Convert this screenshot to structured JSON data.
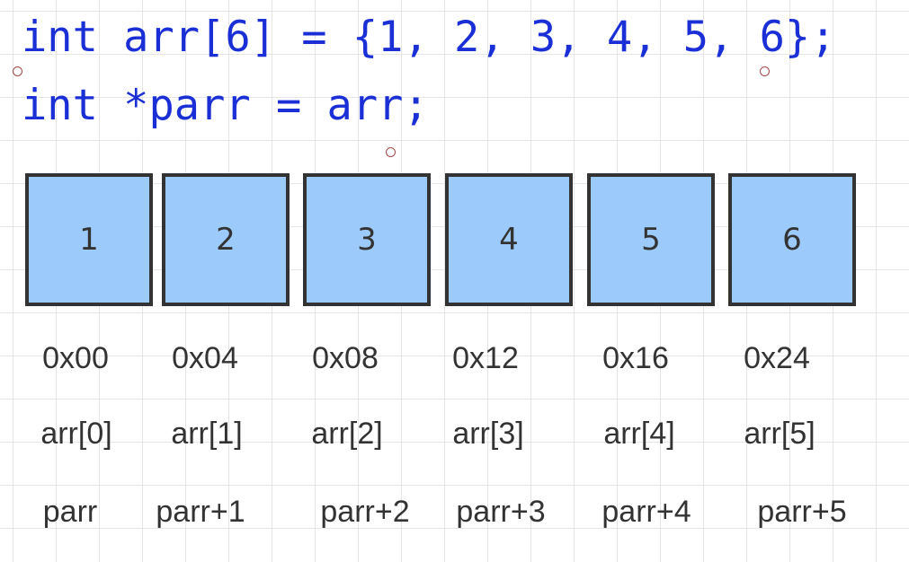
{
  "code": {
    "line1": "int arr[6] = {1, 2, 3, 4, 5, 6};",
    "line2": "int *parr = arr;"
  },
  "cells": [
    {
      "value": "1",
      "address": "0x00",
      "element": "arr[0]",
      "pointer": "parr"
    },
    {
      "value": "2",
      "address": "0x04",
      "element": "arr[1]",
      "pointer": "parr+1"
    },
    {
      "value": "3",
      "address": "0x08",
      "element": "arr[2]",
      "pointer": "parr+2"
    },
    {
      "value": "4",
      "address": "0x12",
      "element": "arr[3]",
      "pointer": "parr+3"
    },
    {
      "value": "5",
      "address": "0x16",
      "element": "arr[4]",
      "pointer": "parr+4"
    },
    {
      "value": "6",
      "address": "0x24",
      "element": "arr[5]",
      "pointer": "parr+5"
    }
  ],
  "colors": {
    "code_text": "#1a2fd6",
    "cell_fill": "#9ccbfb",
    "cell_border": "#333333",
    "label_text": "#333333"
  }
}
